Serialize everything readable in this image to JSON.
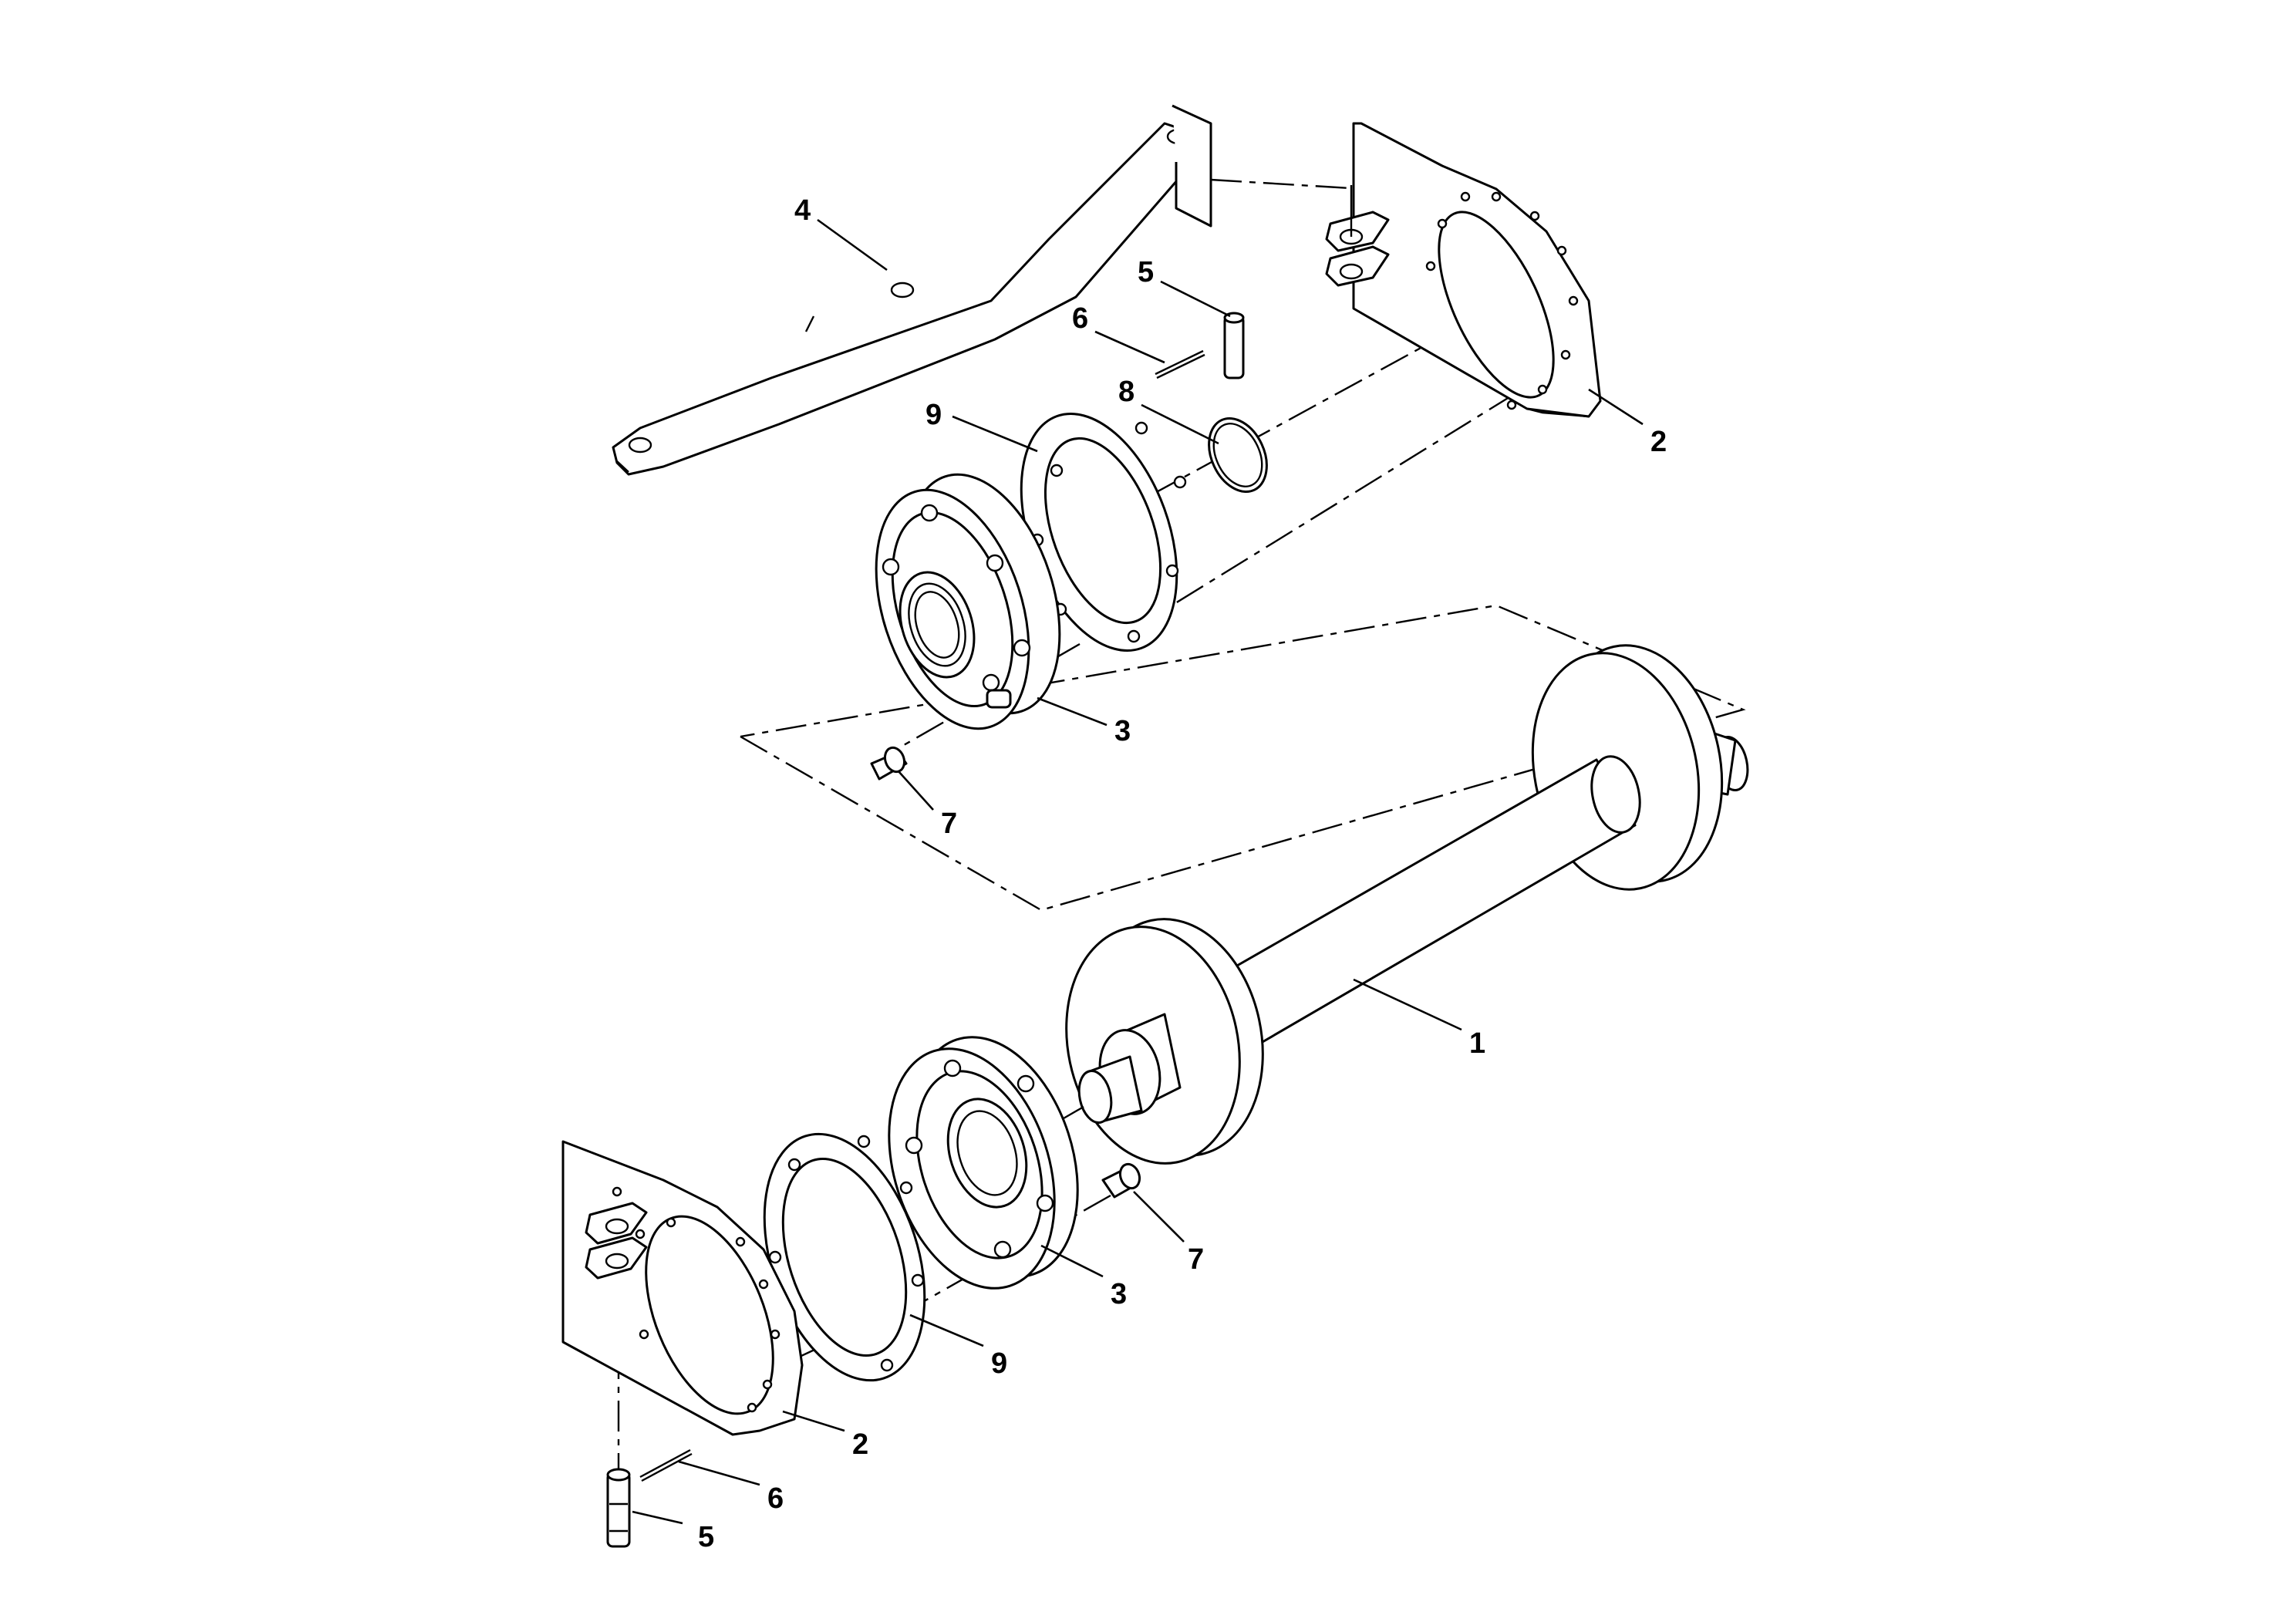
{
  "callouts": [
    {
      "id": "c4-top",
      "label": "4"
    },
    {
      "id": "c5-top",
      "label": "5"
    },
    {
      "id": "c6-top",
      "label": "6"
    },
    {
      "id": "c8-top",
      "label": "8"
    },
    {
      "id": "c9-top",
      "label": "9"
    },
    {
      "id": "c2-top",
      "label": "2"
    },
    {
      "id": "c3-top",
      "label": "3"
    },
    {
      "id": "c7-top",
      "label": "7"
    },
    {
      "id": "c1",
      "label": "1"
    },
    {
      "id": "c7-bot",
      "label": "7"
    },
    {
      "id": "c3-bot",
      "label": "3"
    },
    {
      "id": "c9-bot",
      "label": "9"
    },
    {
      "id": "c2-bot",
      "label": "2"
    },
    {
      "id": "c6-bot",
      "label": "6"
    },
    {
      "id": "c5-bot",
      "label": "5"
    }
  ]
}
